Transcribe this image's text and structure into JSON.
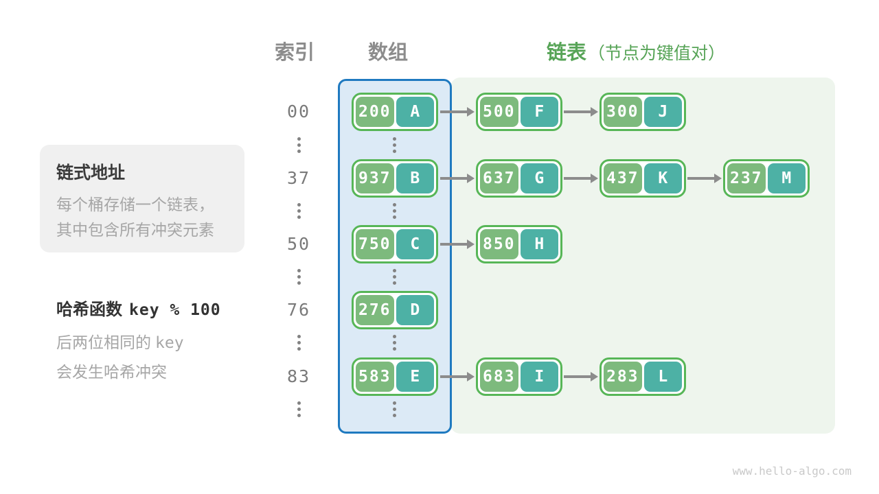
{
  "header": {
    "index": "索引",
    "array": "数组",
    "list": "链表",
    "list_note": "（节点为键值对）"
  },
  "legend": {
    "title": "链式地址",
    "line1": "每个桶存储一个链表，",
    "line2": "其中包含所有冲突元素"
  },
  "hash": {
    "label": "哈希函数",
    "code": "key % 100",
    "note1_text": "后两位相同的",
    "note1_code": "key",
    "note2": "会发生哈希冲突"
  },
  "rows": [
    {
      "index": "00",
      "bucket": {
        "key": "200",
        "value": "A"
      },
      "chain": [
        {
          "key": "500",
          "value": "F"
        },
        {
          "key": "300",
          "value": "J"
        }
      ]
    },
    {
      "index": "37",
      "bucket": {
        "key": "937",
        "value": "B"
      },
      "chain": [
        {
          "key": "637",
          "value": "G"
        },
        {
          "key": "437",
          "value": "K"
        },
        {
          "key": "237",
          "value": "M"
        }
      ]
    },
    {
      "index": "50",
      "bucket": {
        "key": "750",
        "value": "C"
      },
      "chain": [
        {
          "key": "850",
          "value": "H"
        }
      ]
    },
    {
      "index": "76",
      "bucket": {
        "key": "276",
        "value": "D"
      },
      "chain": []
    },
    {
      "index": "83",
      "bucket": {
        "key": "583",
        "value": "E"
      },
      "chain": [
        {
          "key": "683",
          "value": "I"
        },
        {
          "key": "283",
          "value": "L"
        }
      ]
    }
  ],
  "watermark": "www.hello-algo.com",
  "colors": {
    "key_cell": "#7dba7d",
    "value_cell": "#4db1a5",
    "node_border": "#57b657",
    "array_fill": "#dceaf6",
    "array_border": "#1f7ac0",
    "list_fill": "#eef5ed",
    "heading_green": "#57a457",
    "heading_gray": "#8c8c8c",
    "arrow": "#8c8c8c"
  }
}
